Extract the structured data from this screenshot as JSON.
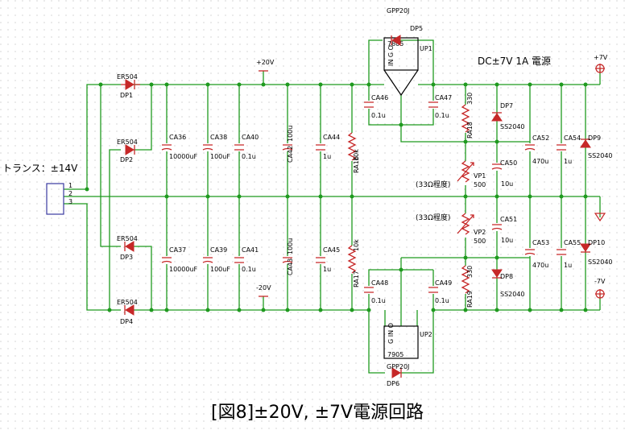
{
  "title": "[図8]±20V, ±7V電源回路",
  "heading": "DC±7V 1A 電源",
  "transformer": {
    "label": "トランス：±14V",
    "pins": [
      "1",
      "2",
      "3"
    ]
  },
  "rails": {
    "p20": "+20V",
    "m20": "-20V",
    "p7": "+7V",
    "m7": "-7V"
  },
  "diodes": [
    {
      "type": "ER504",
      "ref": "DP1"
    },
    {
      "type": "ER504",
      "ref": "DP2"
    },
    {
      "type": "ER504",
      "ref": "DP3"
    },
    {
      "type": "ER504",
      "ref": "DP4"
    },
    {
      "type": "GPP20J",
      "ref": "DP5"
    },
    {
      "type": "GPP20J",
      "ref": "DP6"
    },
    {
      "type": "SS2040",
      "ref": "DP7"
    },
    {
      "type": "SS2040",
      "ref": "DP8"
    },
    {
      "type": "SS2040",
      "ref": "DP9"
    },
    {
      "type": "SS2040",
      "ref": "DP10"
    }
  ],
  "capacitors": [
    {
      "ref": "CA36",
      "value": "10000uF"
    },
    {
      "ref": "CA37",
      "value": "10000uF"
    },
    {
      "ref": "CA38",
      "value": "100uF"
    },
    {
      "ref": "CA39",
      "value": "100uF"
    },
    {
      "ref": "CA40",
      "value": "0.1u"
    },
    {
      "ref": "CA41",
      "value": "0.1u"
    },
    {
      "ref": "CA42",
      "value": "100u"
    },
    {
      "ref": "CA43",
      "value": "100u"
    },
    {
      "ref": "CA44",
      "value": "1u"
    },
    {
      "ref": "CA45",
      "value": "1u"
    },
    {
      "ref": "CA46",
      "value": "0.1u"
    },
    {
      "ref": "CA47",
      "value": "0.1u"
    },
    {
      "ref": "CA48",
      "value": "0.1u"
    },
    {
      "ref": "CA49",
      "value": "0.1u"
    },
    {
      "ref": "CA50",
      "value": "10u"
    },
    {
      "ref": "CA51",
      "value": "10u"
    },
    {
      "ref": "CA52",
      "value": "470u"
    },
    {
      "ref": "CA53",
      "value": "470u"
    },
    {
      "ref": "CA54",
      "value": "1u"
    },
    {
      "ref": "CA55",
      "value": "1u"
    }
  ],
  "resistors": [
    {
      "ref": "RA16",
      "value": "10k"
    },
    {
      "ref": "RA17",
      "value": "10k"
    },
    {
      "ref": "RA18",
      "value": "330"
    },
    {
      "ref": "RA19",
      "value": "330"
    }
  ],
  "regulators": [
    {
      "ref": "UP1",
      "part": "7805",
      "pins": "IN G O"
    },
    {
      "ref": "UP2",
      "part": "7905",
      "pins": "G IN O"
    }
  ],
  "pots": [
    {
      "ref": "VP1",
      "value": "500",
      "note": "(33Ω程度)"
    },
    {
      "ref": "VP2",
      "value": "500",
      "note": "(33Ω程度)"
    }
  ]
}
